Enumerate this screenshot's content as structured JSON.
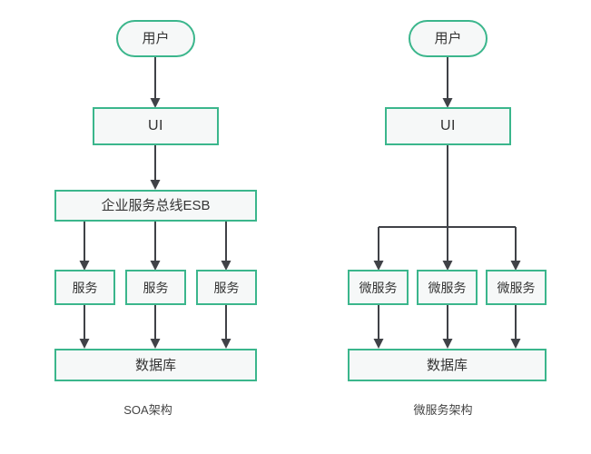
{
  "diagram": {
    "background_color": "#ffffff",
    "node_border_color": "#3bb68c",
    "node_fill_color": "#f6f8f8",
    "connector_color": "#404247",
    "text_color": "#333333",
    "caption_color": "#444444"
  },
  "panels": [
    {
      "id": "soa",
      "caption": "SOA架构",
      "nodes": {
        "user": "用户",
        "ui": "UI",
        "bus": "企业服务总线ESB",
        "services": [
          "服务",
          "服务",
          "服务"
        ],
        "database": "数据库"
      }
    },
    {
      "id": "microservices",
      "caption": "微服务架构",
      "nodes": {
        "user": "用户",
        "ui": "UI",
        "services": [
          "微服务",
          "微服务",
          "微服务"
        ],
        "database": "数据库"
      }
    }
  ]
}
